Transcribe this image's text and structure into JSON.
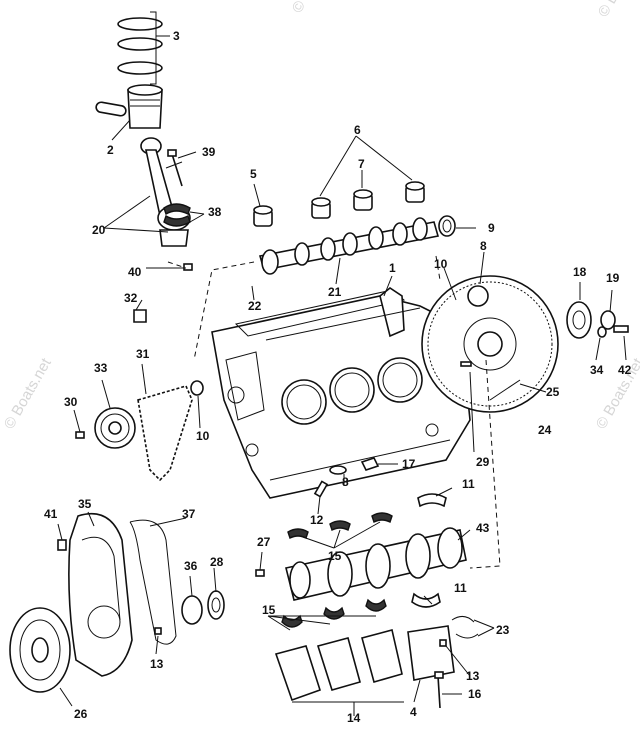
{
  "watermark": "© Boats.net",
  "callouts": {
    "c1": "1",
    "c2": "2",
    "c3": "3",
    "c4": "4",
    "c5": "5",
    "c6": "6",
    "c7": "7",
    "c8a": "8",
    "c8b": "8",
    "c9": "9",
    "c10a": "10",
    "c10b": "10",
    "c11a": "11",
    "c11b": "11",
    "c12": "12",
    "c13a": "13",
    "c13b": "13",
    "c14": "14",
    "c15a": "15",
    "c15b": "15",
    "c16": "16",
    "c17": "17",
    "c18": "18",
    "c19": "19",
    "c20": "20",
    "c21": "21",
    "c22": "22",
    "c23": "23",
    "c24": "24",
    "c25": "25",
    "c26": "26",
    "c27": "27",
    "c28": "28",
    "c29": "29",
    "c30": "30",
    "c31": "31",
    "c32": "32",
    "c33": "33",
    "c34": "34",
    "c35": "35",
    "c36": "36",
    "c37": "37",
    "c38": "38",
    "c39": "39",
    "c40": "40",
    "c41": "41",
    "c42": "42",
    "c43": "43"
  }
}
